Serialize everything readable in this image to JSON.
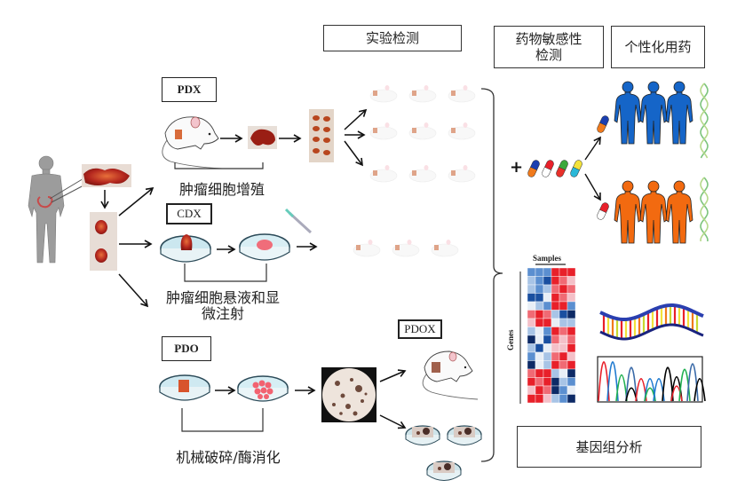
{
  "header_boxes": {
    "experiment": "实验检测",
    "drug_sensitivity": "药物敏感性\n检测",
    "drug_sensitivity_line1": "药物敏感性",
    "drug_sensitivity_line2": "检测",
    "personalized": "个性化用药"
  },
  "models": {
    "pdx": "PDX",
    "cdx": "CDX",
    "pdo": "PDO",
    "pdox": "PDOX"
  },
  "captions": {
    "pdx": "肿瘤细胞增殖",
    "cdx_line1": "肿瘤细胞悬液和显",
    "cdx_line2": "微注射",
    "pdo": "机械破碎/酶消化"
  },
  "genomics": {
    "title": "基因组分析",
    "heatmap_xlabel": "Samples",
    "heatmap_ylabel": "Genes"
  },
  "drug_panel": {
    "plus_sign": "+"
  },
  "colors": {
    "responder": "#1565c8",
    "non_responder": "#f26a10",
    "heat_red": "#e8202a",
    "heat_blue": "#1a4fa0",
    "tumor": "#c0392b"
  }
}
